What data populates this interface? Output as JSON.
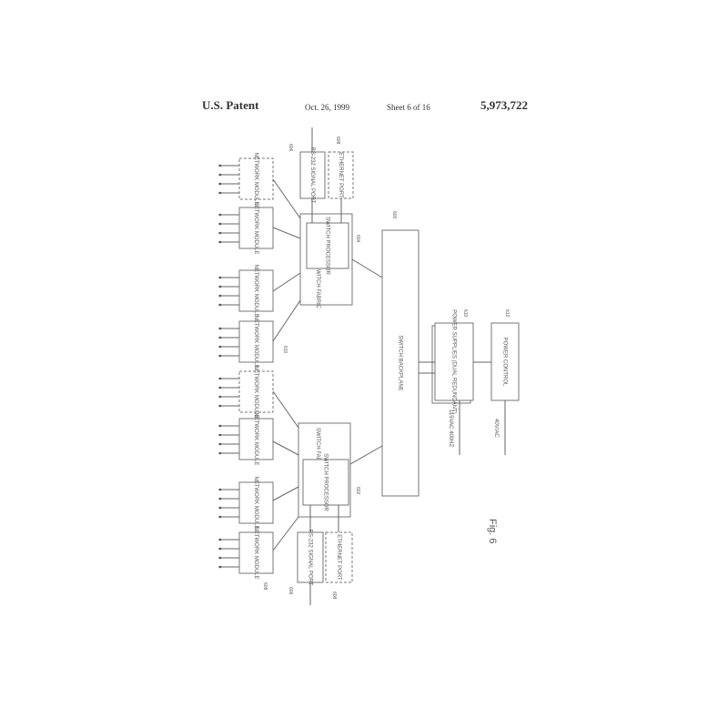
{
  "header": {
    "left": "U.S. Patent",
    "date": "Oct. 26, 1999",
    "sheet": "Sheet 6 of 16",
    "number": "5,973,722"
  },
  "labels": {
    "network_module": "NETWORK MODULE",
    "switch_fabric": "SWITCH FABRIC",
    "switch_processor": "SWITCH PROCESSOR",
    "rs232": "RS-232 SIGNAL PORT",
    "ethernet": "ETHERNET PORT",
    "backplane": "SWITCH BACKPLANE",
    "power_supplies": "POWER SUPPLIES (DUAL REDUNDANT)",
    "power_control": "POWER CONTROL",
    "vac_in": "115VAC 400HZ",
    "v_ac": "40V/AC",
    "fig": "Fig. 6"
  },
  "refs": {
    "backplane": "600",
    "top_proc": "604",
    "bottom_proc": "602",
    "top_rs": "606",
    "top_eth": "608",
    "top_nm": "610",
    "bottom_nm": "608",
    "bottom_rs": "606",
    "bottom_eth": "608",
    "psu": "610",
    "pwr": "612"
  }
}
